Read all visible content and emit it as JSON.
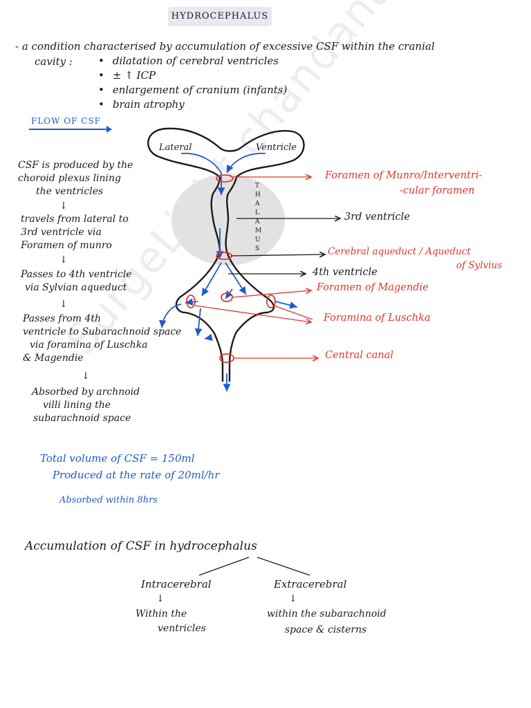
{
  "title": "HYDROCEPHALUS",
  "definition": {
    "line1": "- a condition characterised by accumulation of excessive CSF within the cranial",
    "line2": "cavity :",
    "features": [
      "dilatation of cerebral ventricles",
      "± ↑ ICP",
      "enlargement of cranium (infants)",
      "brain atrophy"
    ]
  },
  "flow": {
    "heading": "FLOW OF CSF",
    "arrow_glyph": "↓",
    "steps": [
      [
        "CSF is produced by the",
        "choroid plexus lining",
        "the ventricles"
      ],
      [
        "travels from lateral to",
        "3rd ventricle via",
        "Foramen of munro"
      ],
      [
        "Passes to 4th ventricle",
        "via Sylvian aqueduct"
      ],
      [
        "Passes from 4th",
        "ventricle to Subarachnoid space",
        "via foramina of Luschka",
        "& Magendie"
      ],
      [
        "Absorbed by archnoid",
        "villi lining the",
        "subarachnoid space"
      ]
    ]
  },
  "diagram": {
    "lateral_label": "Lateral",
    "ventricle_label": "Ventricle",
    "thalamus_letters": [
      "T",
      "H",
      "A",
      "L",
      "A",
      "M",
      "U",
      "S"
    ],
    "labels": {
      "munro_1": "Foramen of Munro/Interventri-",
      "munro_2": "-cular foramen",
      "third_ventricle": "3rd ventricle",
      "aqueduct_1": "Cerebral aqueduct / Aqueduct",
      "aqueduct_2": "of Sylvius",
      "fourth_ventricle": "4th ventricle",
      "magendie": "Foramen of Magendie",
      "luschka": "Foramina of Luschka",
      "central_canal": "Central canal"
    }
  },
  "volume": {
    "line1": "Total volume of CSF = 150ml",
    "line2": "Produced at the rate of 20ml/hr",
    "line3": "Absorbed within 8hrs"
  },
  "classification": {
    "heading": "Accumulation of CSF in hydrocephalus",
    "arrow_glyph": "↓",
    "intra": {
      "name": "Intracerebral",
      "line1": "Within the",
      "line2": "ventricles"
    },
    "extra": {
      "name": "Extracerebral",
      "line1": "within the subarachnoid",
      "line2": "space & cisterns"
    }
  },
  "watermark": "SurgeLight  chandanasrigangi.com",
  "colors": {
    "red": "#e4342a",
    "blue": "#1e5bc8",
    "thalamus": "#e2e2e2",
    "ink": "#1a1a1a"
  }
}
